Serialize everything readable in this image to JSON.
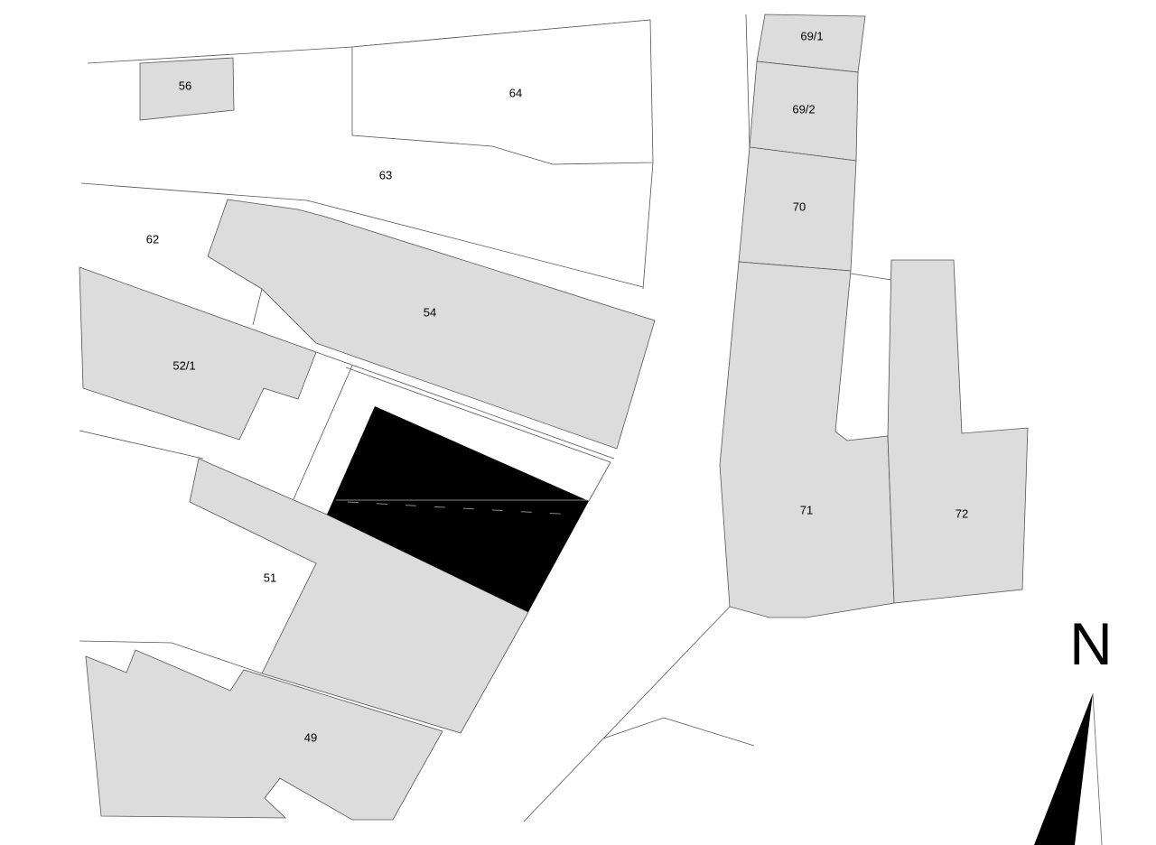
{
  "parcels": [
    {
      "id": "56",
      "label": "56"
    },
    {
      "id": "64",
      "label": "64"
    },
    {
      "id": "63",
      "label": "63"
    },
    {
      "id": "62",
      "label": "62"
    },
    {
      "id": "54",
      "label": "54"
    },
    {
      "id": "52-1",
      "label": "52/1"
    },
    {
      "id": "51",
      "label": "51"
    },
    {
      "id": "49",
      "label": "49"
    },
    {
      "id": "69-1",
      "label": "69/1"
    },
    {
      "id": "69-2",
      "label": "69/2"
    },
    {
      "id": "70",
      "label": "70"
    },
    {
      "id": "71",
      "label": "71"
    },
    {
      "id": "72",
      "label": "72"
    }
  ],
  "north_arrow": {
    "label": "N"
  },
  "colors": {
    "building": "#dcdcdc",
    "highlight": "#000000",
    "line": "#555555"
  }
}
